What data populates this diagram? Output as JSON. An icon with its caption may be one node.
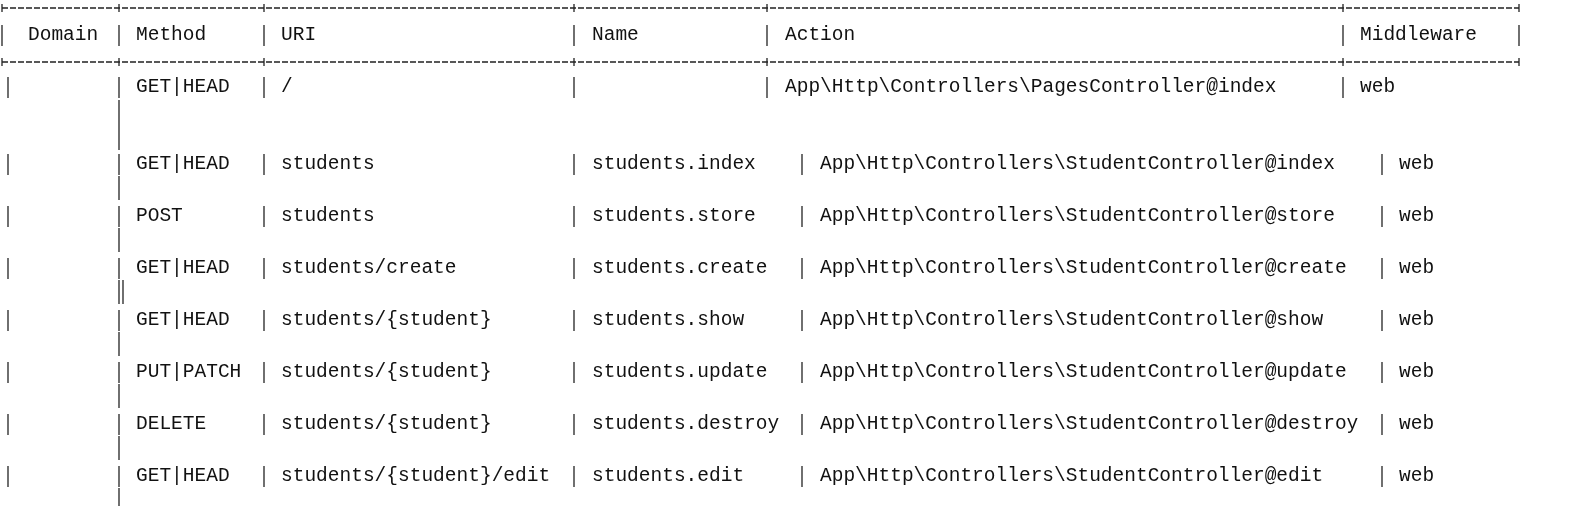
{
  "diagram": {
    "labels": [
      "Domain",
      "Method",
      "URI",
      "Name",
      "Action",
      "Middleware",
      "GET|HEAD",
      "/",
      "App\\Http\\Controllers\\PagesController@index",
      "web",
      "GET|HEAD",
      "students",
      "students.index",
      "App\\Http\\Controllers\\StudentController@index",
      "web",
      "POST",
      "students",
      "students.store",
      "App\\Http\\Controllers\\StudentController@store",
      "web",
      "GET|HEAD",
      "students/create",
      "students.create",
      "App\\Http\\Controllers\\StudentController@create",
      "web",
      "GET|HEAD",
      "students/{student}",
      "students.show",
      "App\\Http\\Controllers\\StudentController@show",
      "web",
      "PUT|PATCH",
      "students/{student}",
      "students.update",
      "App\\Http\\Controllers\\StudentController@update",
      "web",
      "DELETE",
      "students/{student}",
      "students.destroy",
      "App\\Http\\Controllers\\StudentController@destroy",
      "web",
      "GET|HEAD",
      "students/{student}/edit",
      "students.edit",
      "App\\Http\\Controllers\\StudentController@edit",
      "web"
    ]
  }
}
